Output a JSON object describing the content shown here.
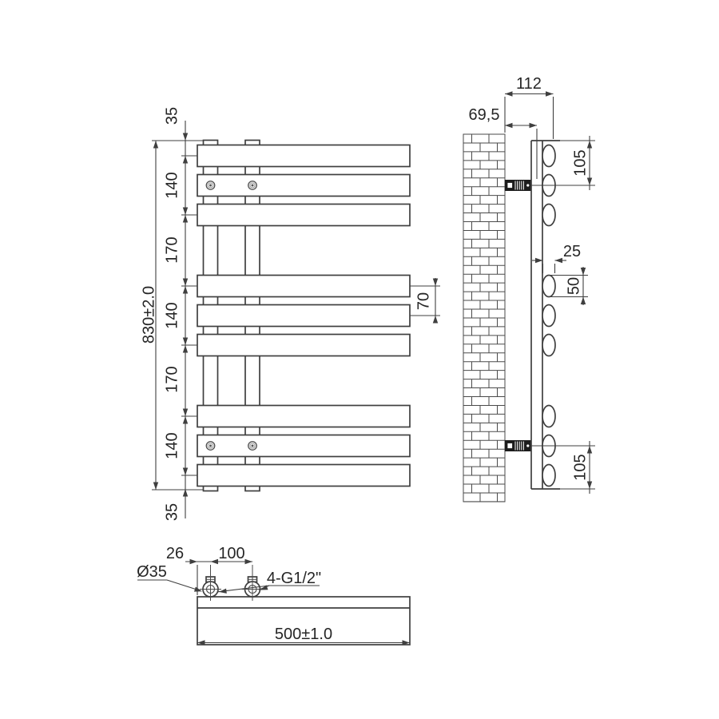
{
  "front_view": {
    "overall_height": "830±2.0",
    "chain": [
      "35",
      "140",
      "170",
      "140",
      "170",
      "140",
      "35"
    ],
    "bar_gap": "70"
  },
  "side_view": {
    "depth": "112",
    "wall_to_bracket": "69,5",
    "bracket_top_offset": "105",
    "bracket_bottom_offset": "105",
    "bar_depth": "25",
    "bar_height": "50"
  },
  "bottom_view": {
    "port_edge_offset": "26",
    "port_spacing": "100",
    "port_diameter": "Ø35",
    "thread_spec": "4-G1/2\"",
    "overall_width": "500±1.0"
  },
  "colors": {
    "line": "#3f3f3f",
    "text": "#262626",
    "bracket_fill": "#1c1c1c",
    "background": "#ffffff"
  }
}
